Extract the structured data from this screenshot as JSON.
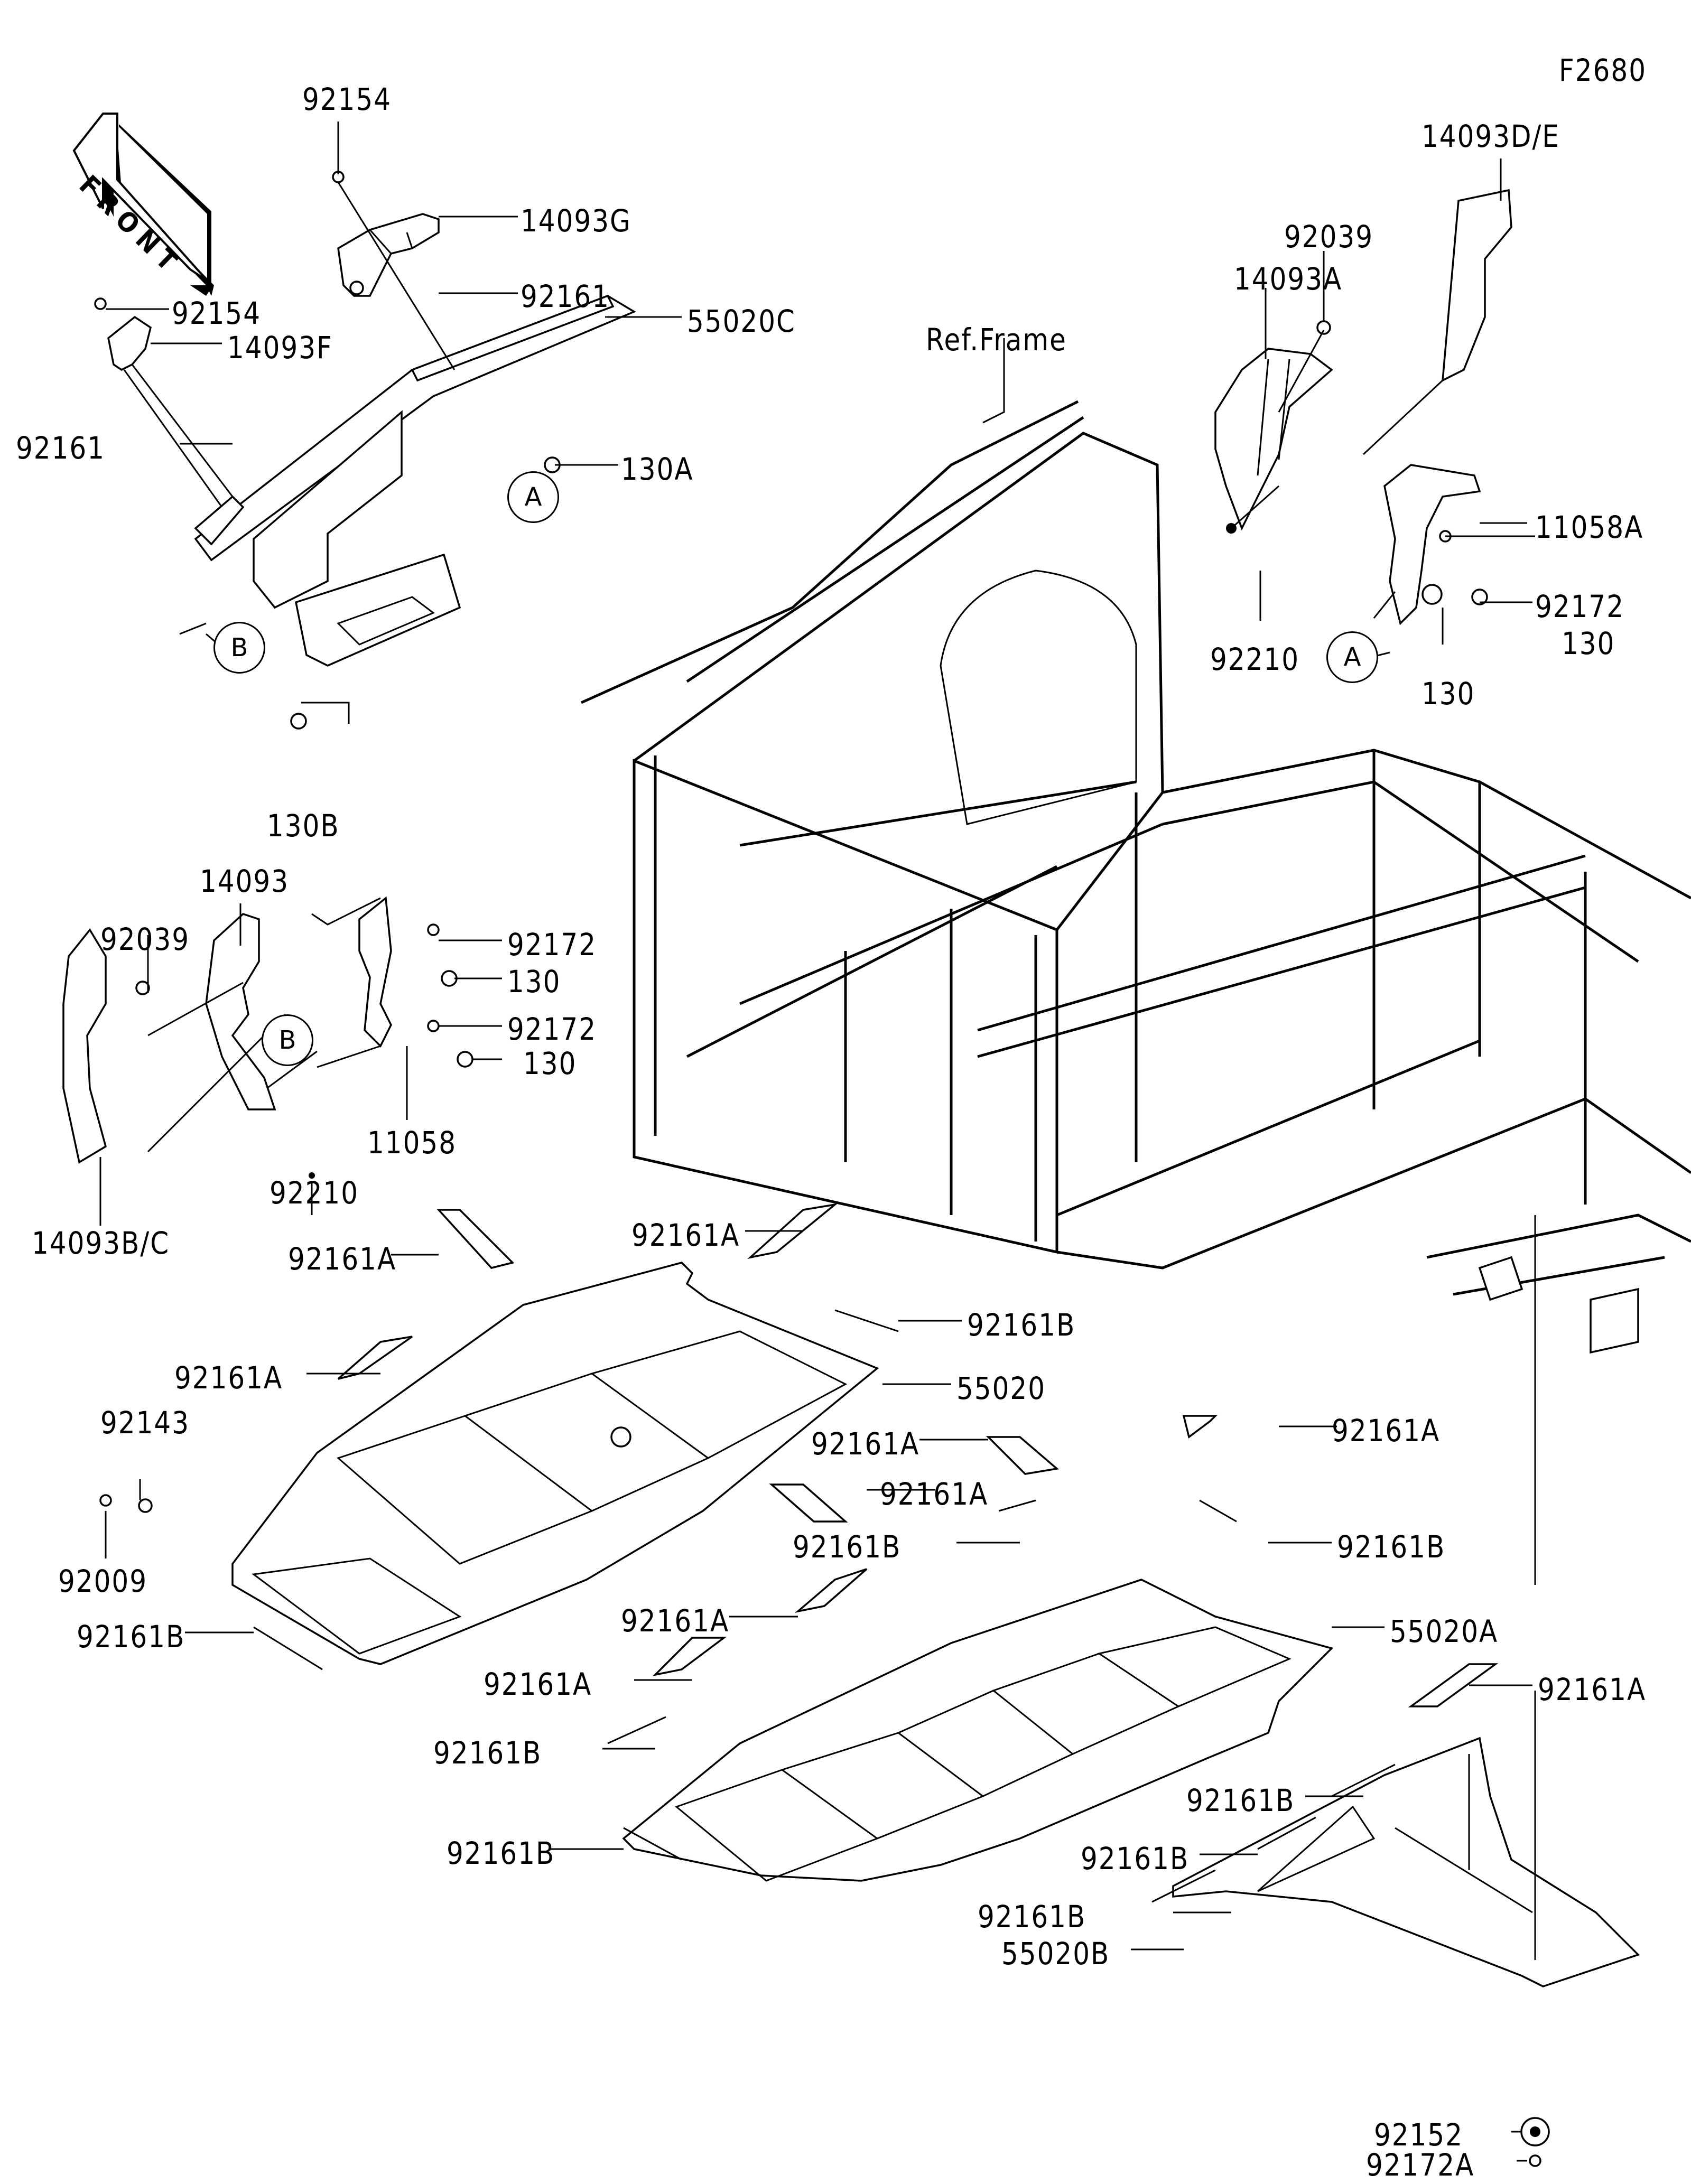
{
  "diagram": {
    "figure_id": "F2680",
    "front_indicator": "FRONT",
    "reference_label": "Ref.Frame",
    "callout_markers": {
      "A": "A",
      "B": "B"
    },
    "parts": {
      "p_92154_top": "92154",
      "p_14093G": "14093G",
      "p_92161_top": "92161",
      "p_92154_left": "92154",
      "p_14093F": "14093F",
      "p_55020C": "55020C",
      "p_92161_left": "92161",
      "p_130A": "130A",
      "p_130B": "130B",
      "p_14093DE": "14093D/E",
      "p_92039_right": "92039",
      "p_14093A": "14093A",
      "p_11058A": "11058A",
      "p_92172_right": "92172",
      "p_130_right1": "130",
      "p_130_right2": "130",
      "p_92210_right": "92210",
      "p_14093": "14093",
      "p_92039_left": "92039",
      "p_92172_left1": "92172",
      "p_130_left1": "130",
      "p_92172_left2": "92172",
      "p_130_left2": "130",
      "p_11058": "11058",
      "p_92210_left": "92210",
      "p_14093BC": "14093B/C",
      "p_92161A_1": "92161A",
      "p_92161A_2": "92161A",
      "p_92161B_1": "92161B",
      "p_55020": "55020",
      "p_92161A_3": "92161A",
      "p_92143": "92143",
      "p_92009": "92009",
      "p_92161B_2": "92161B",
      "p_92161A_4": "92161A",
      "p_92161A_5": "92161A",
      "p_92161A_6": "92161A",
      "p_92161B_3": "92161B",
      "p_92161B_4": "92161B",
      "p_92161A_7": "92161A",
      "p_55020A": "55020A",
      "p_92161A_8": "92161A",
      "p_92161A_9": "92161A",
      "p_92161B_5": "92161B",
      "p_92161B_6": "92161B",
      "p_92161B_7": "92161B",
      "p_92161B_8": "92161B",
      "p_92161B_9": "92161B",
      "p_55020B": "55020B",
      "p_92152": "92152",
      "p_92172A": "92172A"
    }
  }
}
